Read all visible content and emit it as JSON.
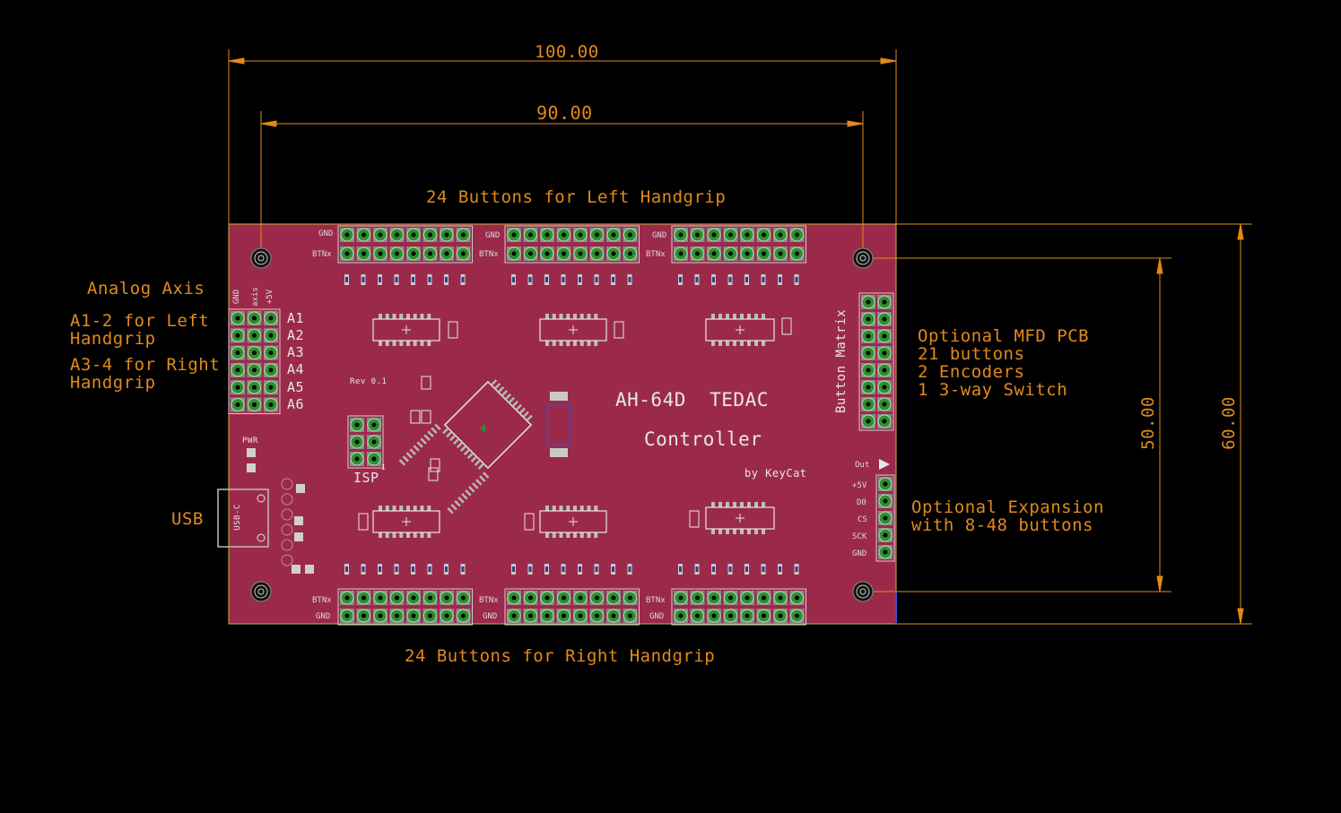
{
  "colors": {
    "background": "#000000",
    "board": "#9b2a4a",
    "dimension": "#e08a1c",
    "pad": "#2f8f2f",
    "silk": "#e6e6e6",
    "chip": "#9e9e9e"
  },
  "dimensions": {
    "width_outer": "100.00",
    "width_holes": "90.00",
    "height_holes": "50.00",
    "height_outer": "60.00"
  },
  "annotations": {
    "left_handgrip": "24 Buttons for Left Handgrip",
    "right_handgrip": "24 Buttons for Right Handgrip",
    "analog_axis": "Analog Axis",
    "a12": "A1-2 for Left\nHandgrip",
    "a34": "A3-4 for Right\nHandgrip",
    "usb": "USB",
    "mfd": "Optional MFD PCB\n21 buttons\n2 Encoders\n1 3-way Switch",
    "expansion": "Optional Expansion\nwith 8-48 buttons"
  },
  "silkscreen": {
    "title": "AH-64D  TEDAC",
    "subtitle": "Controller",
    "author": "by KeyCat",
    "rev": "Rev 0.1",
    "isp": "ISP",
    "isp_sup": "1",
    "button_matrix": "Button Matrix",
    "axis_labels": [
      "A1",
      "A2",
      "A3",
      "A4",
      "A5",
      "A6"
    ],
    "axis_header": [
      "GND",
      "axis",
      "+5V"
    ],
    "gnd": "GND",
    "btnx": "BTNx",
    "pwr": "PWR",
    "usb_c": "USB-C",
    "expansion_pins": [
      "Out",
      "+5V",
      "D0",
      "CS",
      "SCK",
      "GND"
    ]
  }
}
